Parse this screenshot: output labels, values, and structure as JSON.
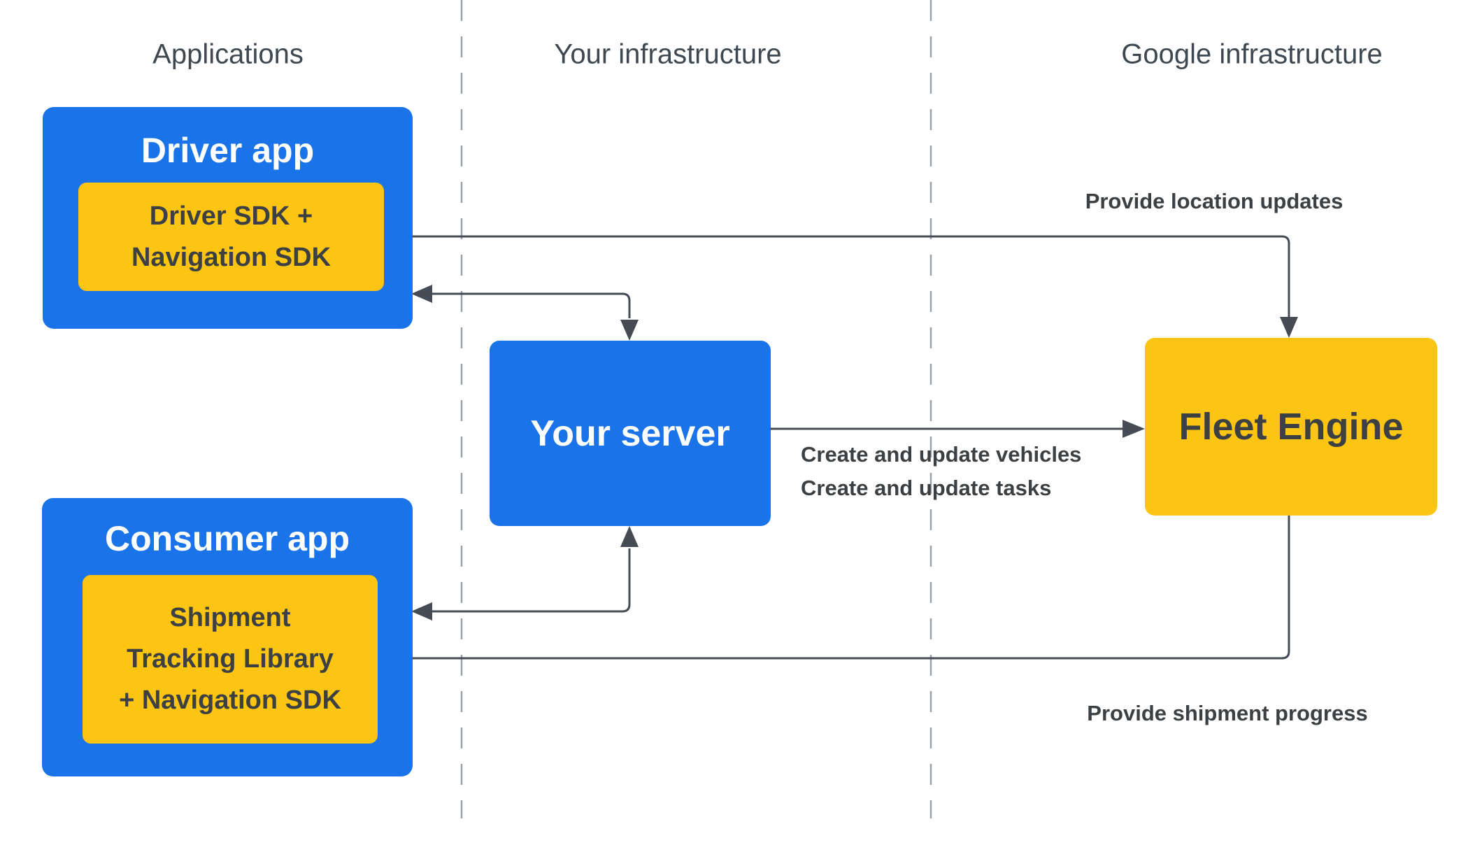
{
  "colors": {
    "blue": "#1A73E8",
    "yellow": "#FCC513",
    "box_text_dark": "#3C4043",
    "title_white": "#FFFFFF",
    "header_text": "#3E4851",
    "arrow": "#454C55",
    "divider": "#99A1A9",
    "background": "#FFFFFF"
  },
  "column_headers": {
    "applications": "Applications",
    "your_infrastructure": "Your infrastructure",
    "google_infrastructure": "Google infrastructure"
  },
  "nodes": {
    "driver_app": {
      "title": "Driver app"
    },
    "driver_sdk": {
      "lines": [
        "Driver SDK +",
        "Navigation SDK"
      ]
    },
    "consumer_app": {
      "title": "Consumer app"
    },
    "shipment_library": {
      "lines": [
        "Shipment",
        "Tracking Library",
        "+ Navigation SDK"
      ]
    },
    "your_server": {
      "title": "Your server"
    },
    "fleet_engine": {
      "title": "Fleet Engine"
    }
  },
  "edge_labels": {
    "provide_location_updates": "Provide location updates",
    "create_and_update_vehicles": "Create and update vehicles",
    "create_and_update_tasks": "Create and update tasks",
    "provide_shipment_progress": "Provide shipment progress"
  }
}
